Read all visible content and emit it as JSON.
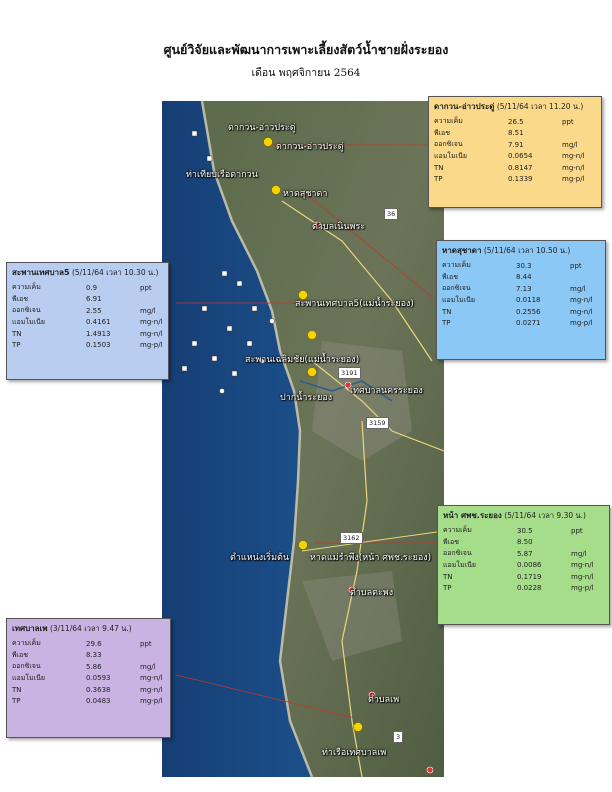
{
  "title": "ศูนย์วิจัยและพัฒนาการเพาะเลี้ยงสัตว์น้ำชายฝั่งระยอง",
  "subtitle": "เดือน พฤศจิกายน 2564",
  "colors": {
    "sea": "#1e4e86",
    "land": "#5a6a4a",
    "panel_orange": "#fbd98a",
    "panel_blue": "#b8cdef",
    "panel_skyblue": "#8cc8f5",
    "panel_green": "#a6dd8a",
    "panel_purple": "#c9b3e3",
    "pin": "#f5d400",
    "arrow": "#c0392b"
  },
  "stations": [
    {
      "name": "ดากวน-อ่าวประดู่",
      "date_time": "(5/11/64 เวลา 11.20 น.)",
      "color": "#fbd98a",
      "rows": [
        {
          "param": "ความเค็ม",
          "value": "26.5",
          "unit": "ppt"
        },
        {
          "param": "พีเอช",
          "value": "8.51",
          "unit": ""
        },
        {
          "param": "ออกซิเจน",
          "value": "7.91",
          "unit": "mg/l"
        },
        {
          "param": "แอมโมเนีย",
          "value": "0.0654",
          "unit": "mg-n/l"
        },
        {
          "param": "TN",
          "value": "0.8147",
          "unit": "mg-n/l"
        },
        {
          "param": "TP",
          "value": "0.1339",
          "unit": "mg-p/l"
        }
      ]
    },
    {
      "name": "สะพานเทศบาล5",
      "date_time": "(5/11/64 เวลา 10.30 น.)",
      "color": "#b8cdef",
      "rows": [
        {
          "param": "ความเค็ม",
          "value": "0.9",
          "unit": "ppt"
        },
        {
          "param": "พีเอช",
          "value": "6.91",
          "unit": ""
        },
        {
          "param": "ออกซิเจน",
          "value": "2.55",
          "unit": "mg/l"
        },
        {
          "param": "แอมโมเนีย",
          "value": "0.4161",
          "unit": "mg-n/l"
        },
        {
          "param": "TN",
          "value": "1.4913",
          "unit": "mg-n/l"
        },
        {
          "param": "TP",
          "value": "0.1503",
          "unit": "mg-p/l"
        }
      ]
    },
    {
      "name": "หาดสุชาดา",
      "date_time": "(5/11/64 เวลา 10.50 น.)",
      "color": "#8cc8f5",
      "rows": [
        {
          "param": "ความเค็ม",
          "value": "30.3",
          "unit": "ppt"
        },
        {
          "param": "พีเอช",
          "value": "8.44",
          "unit": ""
        },
        {
          "param": "ออกซิเจน",
          "value": "7.13",
          "unit": "mg/l"
        },
        {
          "param": "แอมโมเนีย",
          "value": "0.0118",
          "unit": "mg-n/l"
        },
        {
          "param": "TN",
          "value": "0.2556",
          "unit": "mg-n/l"
        },
        {
          "param": "TP",
          "value": "0.0271",
          "unit": "mg-p/l"
        }
      ]
    },
    {
      "name": "หน้า ศพช.ระยอง",
      "date_time": "(5/11/64 เวลา 9.30 น.)",
      "color": "#a6dd8a",
      "rows": [
        {
          "param": "ความเค็ม",
          "value": "30.5",
          "unit": "ppt"
        },
        {
          "param": "พีเอช",
          "value": "8.50",
          "unit": ""
        },
        {
          "param": "ออกซิเจน",
          "value": "5.87",
          "unit": "mg/l"
        },
        {
          "param": "แอมโมเนีย",
          "value": "0.0086",
          "unit": "mg-n/l"
        },
        {
          "param": "TN",
          "value": "0.1719",
          "unit": "mg-n/l"
        },
        {
          "param": "TP",
          "value": "0.0228",
          "unit": "mg-p/l"
        }
      ]
    },
    {
      "name": "เทศบาลเพ",
      "date_time": "(3/11/64 เวลา 9.47 น.)",
      "color": "#c9b3e3",
      "rows": [
        {
          "param": "ความเค็ม",
          "value": "29.6",
          "unit": "ppt"
        },
        {
          "param": "พีเอช",
          "value": "8.33",
          "unit": ""
        },
        {
          "param": "ออกซิเจน",
          "value": "5.86",
          "unit": "mg/l"
        },
        {
          "param": "แอมโมเนีย",
          "value": "0.0593",
          "unit": "mg-n/l"
        },
        {
          "param": "TN",
          "value": "0.3638",
          "unit": "mg-n/l"
        },
        {
          "param": "TP",
          "value": "0.0483",
          "unit": "mg-p/l"
        }
      ]
    }
  ],
  "map_labels": [
    "ดากวน-อ่าวประดู่",
    "ดากวน-อ่าวประดู่",
    "ท่าเทียบเรือดากวน",
    "หาดสุชาดา",
    "ตำบลเนินพระ",
    "สะพานเทศบาล5(แม่น้ำระยอง)",
    "สะพานเฉลิมชัย(แม่น้ำระยอง)",
    "ปากน้ำระยอง",
    "เทศบาลนครระยอง",
    "ตำแหน่งเริ่มต้น",
    "หาดแม่รำพึง(หน้า ศพช.ระยอง)",
    "ตำบลตะพง",
    "ตำบลเพ",
    "ท่าเรือเทศบาลเพ"
  ],
  "road_numbers": [
    "36",
    "3191",
    "3159",
    "3162",
    "3"
  ]
}
